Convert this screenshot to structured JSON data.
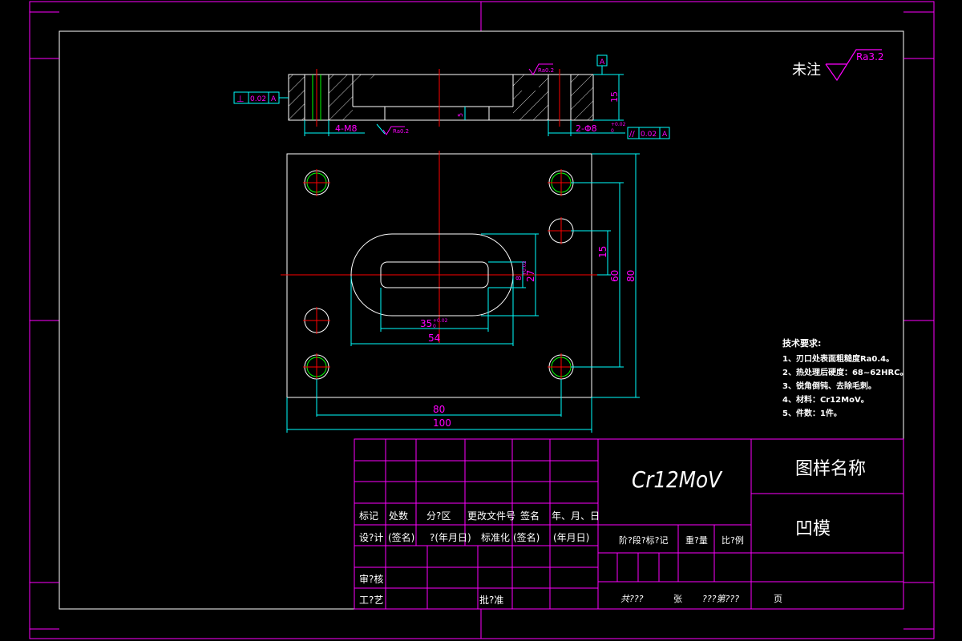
{
  "drawing": {
    "roughness_note": "未注",
    "roughness_value": "Ra3.2",
    "datum_label": "A",
    "section": {
      "perpendicularity": {
        "symbol": "⊥",
        "tolerance": "0.02",
        "datum": "A"
      },
      "parallelism": {
        "symbol": "//",
        "tolerance": "0.02",
        "datum": "A"
      },
      "roughness_top": "Ra0.2",
      "roughness_bottom": "Ra0.2",
      "dim_height": "15",
      "dim_depth": "5",
      "threads": "4-M8",
      "pin_holes": "2-Φ8",
      "pin_tol_upper": "+0.02",
      "pin_tol_lower": "0"
    },
    "plan": {
      "dim_width": "100",
      "dim_hole_spacing_x": "80",
      "dim_outer_slot": "54",
      "dim_inner_slot": "35",
      "dim_inner_slot_tol": "+0.02",
      "dim_inner_slot_tol_lower": "0",
      "dim_height": "80",
      "dim_hole_spacing_y": "60",
      "dim_pin_offset": "15",
      "dim_outer_slot_h": "27",
      "dim_inner_slot_h": "8",
      "dim_inner_slot_h_tol": "+0.02"
    }
  },
  "requirements": {
    "title": "技术要求:",
    "items": [
      "1、刃口处表面粗糙度Ra0.4。",
      "2、热处理后硬度：68~62HRC。",
      "3、锐角倒钝、去除毛刺。",
      "4、材料：Cr12MoV。",
      "5、件数：1件。"
    ]
  },
  "title_block": {
    "material": "Cr12MoV",
    "drawing_name_label": "图样名称",
    "part_name": "凹模",
    "revision_headers": [
      "标记",
      "处数",
      "分?区",
      "更改文件号",
      "签名",
      "年、月、日"
    ],
    "design_row": [
      "设?计",
      "(签名)",
      "?(年月日)",
      "标准化",
      "(签名)",
      "(年月日)"
    ],
    "review": "审?核",
    "process": "工?艺",
    "approve": "批?准",
    "stage_mark": "阶?段?标?记",
    "weight": "重?量",
    "scale": "比?例",
    "total": "共???",
    "sheet": "张",
    "sheet_of": "???第???",
    "page": "页"
  },
  "colors": {
    "border": "#ff00ff",
    "outline": "#ffffff",
    "center": "#ff0000",
    "dimension": "#00ffff",
    "text": "#ffffff",
    "dim_text": "#ff00ff",
    "thread": "#00ff00"
  }
}
